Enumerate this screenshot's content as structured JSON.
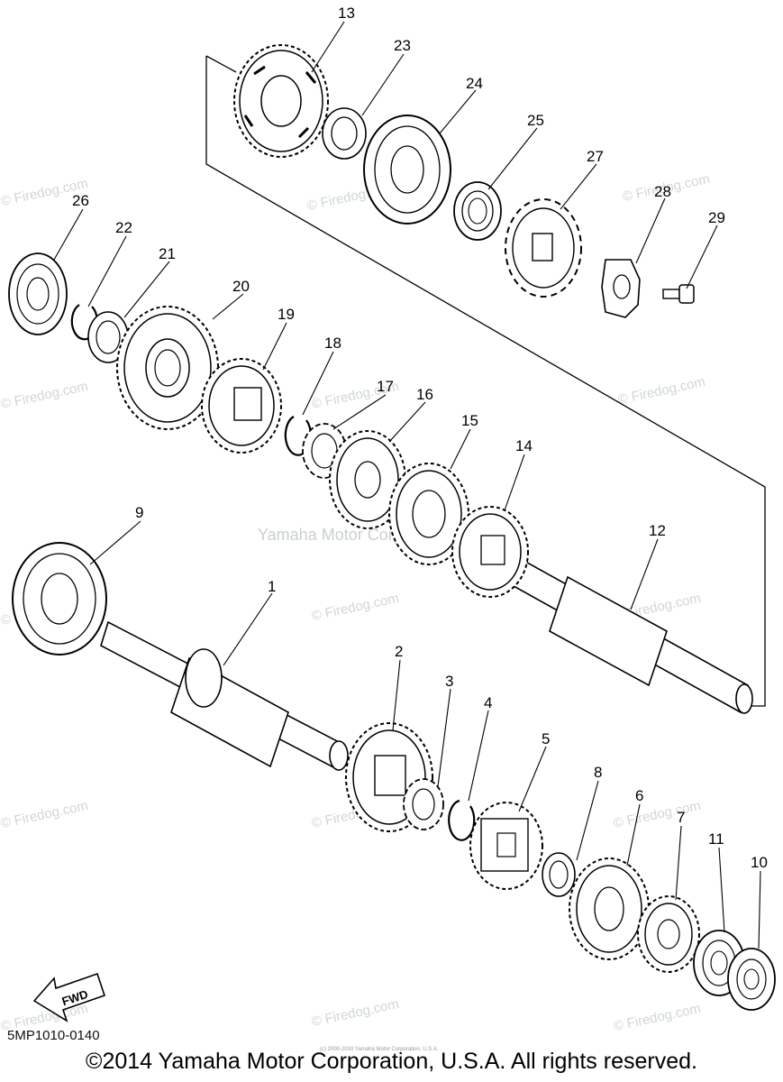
{
  "diagram": {
    "part_number": "5MP1010-0140",
    "copyright": "©2014 Yamaha Motor Corporation, U.S.A. All rights reserved.",
    "fine_print": "(c) 2000-2010 Yamaha Motor Corporation, U.S.A.",
    "center_watermark": "Yamaha Motor Corporation",
    "watermark": "© Firedog.com",
    "fwd_label": "FWD",
    "callouts": [
      "1",
      "2",
      "3",
      "4",
      "5",
      "6",
      "7",
      "8",
      "9",
      "10",
      "11",
      "12",
      "13",
      "14",
      "15",
      "16",
      "17",
      "18",
      "19",
      "20",
      "21",
      "22",
      "23",
      "24",
      "25",
      "26",
      "27",
      "28",
      "29"
    ]
  }
}
